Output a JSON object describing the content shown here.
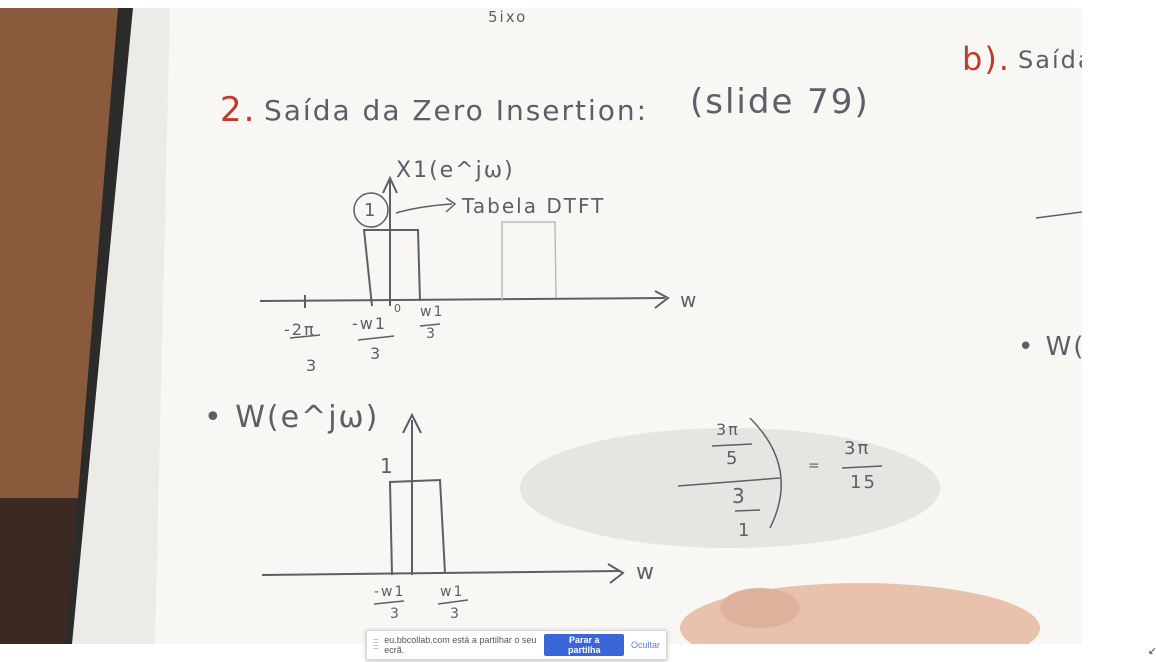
{
  "notebook": {
    "top_scribble": "5ixo",
    "heading_number": "2.",
    "heading": "Saída da Zero Insertion:",
    "slide_ref": "(slide 79)",
    "side_heading_number": "b).",
    "side_heading": "Saída",
    "plot1_ylabel": "X1(e^jω)",
    "plot1_peak": "1",
    "plot1_arrow_note": "Tabela DTFT",
    "plot1_tick_left": "-2π",
    "plot1_tick_left_den": "3",
    "plot1_tick_mid": "-w1",
    "plot1_tick_mid_den": "3",
    "plot1_zero": "0",
    "plot1_tick_right": "w1",
    "plot1_tick_right_den": "3",
    "axis_label": "w",
    "plot2_ylabel": "• W(e^jω)",
    "plot2_peak": "1",
    "plot2_tick_left": "-w1",
    "plot2_tick_left_den": "3",
    "plot2_tick_right": "w1",
    "plot2_tick_right_den": "3",
    "frac_num": "3π",
    "frac_den": "5",
    "frac_outer_den": "3",
    "frac_last": "1",
    "frac_result_num": "3π",
    "frac_result_den": "15",
    "right_edge_text": "• W(e",
    "equals": "="
  },
  "share_bar": {
    "message": "eu.bbcollab.com está a partilhar o seu ecrã.",
    "stop_label": "Parar a partilha",
    "hide_label": "Ocultar"
  },
  "colors": {
    "ink": "#5a5f6a",
    "red_ink": "#c0392b",
    "button": "#3a66d8",
    "desk": "#8a5a3c"
  },
  "icons": {
    "corner": "collapse-arrow-icon"
  }
}
